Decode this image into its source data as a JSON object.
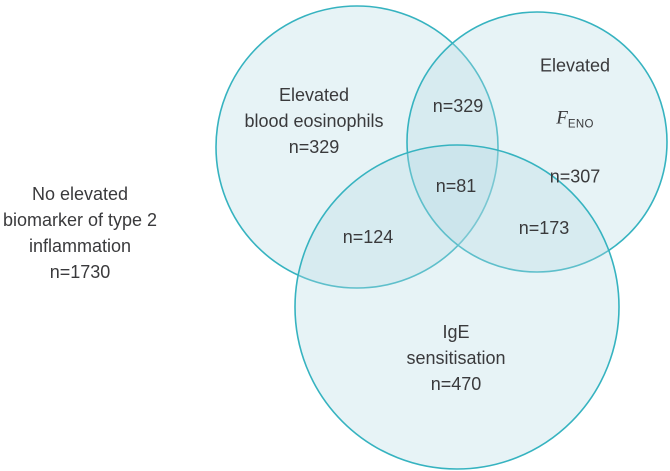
{
  "venn": {
    "background_color": "#ffffff",
    "circle_stroke_color": "#36b3c0",
    "circle_fill_color": "#b5d9e4",
    "text_color": "#3a3a3c",
    "outside_label": "No elevated\nbiomarker of type 2\ninflammation\nn=1730",
    "outside_count": 1730,
    "sets": [
      {
        "name": "elevated-blood-eosinophils",
        "label": "Elevated\nblood eosinophils\nn=329",
        "count": 329
      },
      {
        "name": "elevated-feno",
        "title": "Elevated",
        "symbol": "F",
        "symbol_subscript": "ENO",
        "count_label": "n=307",
        "count": 307
      },
      {
        "name": "ige-sensitisation",
        "label": "IgE\nsensitisation\nn=470",
        "count": 470
      }
    ],
    "overlaps": [
      {
        "name": "eosinophils-feno",
        "label": "n=329",
        "count": 329
      },
      {
        "name": "eosinophils-feno-ige",
        "label": "n=81",
        "count": 81
      },
      {
        "name": "eosinophils-ige",
        "label": "n=124",
        "count": 124
      },
      {
        "name": "feno-ige",
        "label": "n=173",
        "count": 173
      }
    ]
  }
}
